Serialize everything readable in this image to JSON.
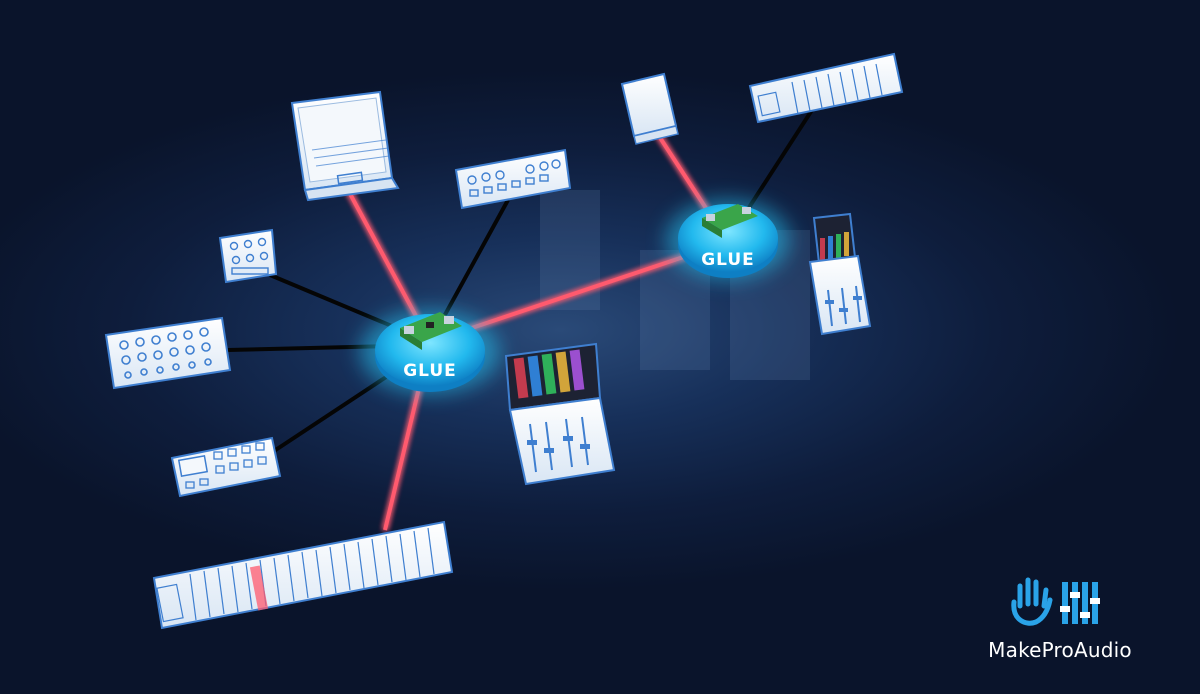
{
  "hubs": [
    {
      "label": "GLUE"
    },
    {
      "label": "GLUE"
    }
  ],
  "brand": {
    "name": "MakeProAudio",
    "logo_icons": [
      "hand-icon",
      "equalizer-icon"
    ]
  },
  "colors": {
    "background": "#0e1d3c",
    "hub_glow": "#27c3f0",
    "audio_link": "#ff5a6e",
    "control_link": "#0a0a0a",
    "device_body": "#eef4fb",
    "device_accent": "#3f7fd0",
    "brand_blue": "#2aa3e8"
  },
  "devices": [
    {
      "icon": "laptop-icon"
    },
    {
      "icon": "step-sequencer-icon"
    },
    {
      "icon": "synth-module-icon"
    },
    {
      "icon": "eurorack-module-icon"
    },
    {
      "icon": "drum-machine-icon"
    },
    {
      "icon": "keyboard-controller-icon"
    },
    {
      "icon": "tablet-mixer-icon"
    },
    {
      "icon": "audio-interface-icon"
    },
    {
      "icon": "mini-keyboard-icon"
    },
    {
      "icon": "phone-mixer-icon"
    }
  ]
}
